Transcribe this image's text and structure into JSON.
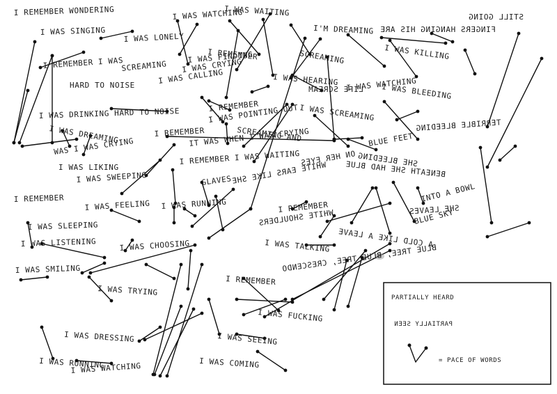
{
  "phrases": [
    {
      "text": "I REMEMBER WONDERING",
      "mirror": false
    },
    {
      "text": "I WAS SINGING",
      "mirror": false
    },
    {
      "text": "I WAS LONELY",
      "mirror": false
    },
    {
      "text": "I WAS WATCHING",
      "mirror": false
    },
    {
      "text": "I WAS WAITING",
      "mirror": false
    },
    {
      "text": "I'M DREAMING",
      "mirror": false
    },
    {
      "text": "STILL GOING",
      "mirror": true
    },
    {
      "text": "FINGERS HANGING HIS ARE",
      "mirror": true
    },
    {
      "text": "I REMEMBER",
      "mirror": false
    },
    {
      "text": "I WAS FINDING",
      "mirror": false
    },
    {
      "text": "I WAS KILLING",
      "mirror": false
    },
    {
      "text": "I REMEMBER I WAS",
      "mirror": false
    },
    {
      "text": "SCREAMING",
      "mirror": false
    },
    {
      "text": "I WAS CRYING",
      "mirror": false
    },
    {
      "text": "SCREAMING",
      "mirror": false
    },
    {
      "text": "I WAS HEARING",
      "mirror": false
    },
    {
      "text": "LIFE SCREAM",
      "mirror": true
    },
    {
      "text": "I WAS BLEEDING",
      "mirror": false
    },
    {
      "text": "HARD TO NOISE",
      "mirror": false
    },
    {
      "text": "I WAS CALLING",
      "mirror": false
    },
    {
      "text": "I WAS WATCHING",
      "mirror": false
    },
    {
      "text": "I WAS DRINKING HARD TO NOISE",
      "mirror": false
    },
    {
      "text": "I REMEMBER",
      "mirror": false
    },
    {
      "text": "I WAS POINTING OUT",
      "mirror": false
    },
    {
      "text": "I WAS SCREAMING",
      "mirror": false
    },
    {
      "text": "I WAS DREAMING",
      "mirror": false
    },
    {
      "text": "I REMEMBER",
      "mirror": false
    },
    {
      "text": "SCREAMING AND",
      "mirror": false
    },
    {
      "text": "BLUE FEET",
      "mirror": false
    },
    {
      "text": "TERRIBLE BLEEDING",
      "mirror": true
    },
    {
      "text": "IT WAS WHEN I WAS CRYING",
      "mirror": false
    },
    {
      "text": "SHE BLEEDING",
      "mirror": true
    },
    {
      "text": "WAS I WAS CRYING",
      "mirror": false
    },
    {
      "text": "I REMEMBER I WAS WAITING",
      "mirror": false
    },
    {
      "text": "I WAS LIKING",
      "mirror": false
    },
    {
      "text": "ON HER EYES",
      "mirror": true
    },
    {
      "text": "WHITE EARS LIKE SHE",
      "mirror": true
    },
    {
      "text": "BENEATH SHE HAD BLUE",
      "mirror": true
    },
    {
      "text": "I WAS SWEEPING",
      "mirror": false
    },
    {
      "text": "GLAVES",
      "mirror": false
    },
    {
      "text": "I REMEMBER",
      "mirror": false
    },
    {
      "text": "I WAS FEELING",
      "mirror": false
    },
    {
      "text": "I WAS RUNNING",
      "mirror": false
    },
    {
      "text": "I REMEMBER",
      "mirror": false
    },
    {
      "text": "WHITE SHOULDERS",
      "mirror": true
    },
    {
      "text": "INTO A BOWL",
      "mirror": false
    },
    {
      "text": "SHE LEAVES",
      "mirror": true
    },
    {
      "text": "BLUE SKY",
      "mirror": false
    },
    {
      "text": "I WAS SLEEPING",
      "mirror": false
    },
    {
      "text": "A COLD LIKE A LEAVE",
      "mirror": true
    },
    {
      "text": "I WAS LISTENING",
      "mirror": false
    },
    {
      "text": "I WAS CHOOSING",
      "mirror": false
    },
    {
      "text": "I WAS TALKING",
      "mirror": false
    },
    {
      "text": "BLUE TREE, BLUE TREE, CRESCENDO",
      "mirror": true
    },
    {
      "text": "I WAS SMILING",
      "mirror": false
    },
    {
      "text": "I WAS TRYING",
      "mirror": false
    },
    {
      "text": "I REMEMBER",
      "mirror": false
    },
    {
      "text": "I WAS FUCKING",
      "mirror": false
    },
    {
      "text": "I WAS DRESSING",
      "mirror": false
    },
    {
      "text": "I WAS SEEING",
      "mirror": false
    },
    {
      "text": "I WAS RUNNING",
      "mirror": false
    },
    {
      "text": "I WAS WATCHING",
      "mirror": false
    },
    {
      "text": "I WAS COMING",
      "mirror": false
    }
  ],
  "legend": {
    "title": "PARTIALLY HEARD",
    "subtitle": "PARTIALLY SEEN",
    "caption": "= PACE OF WORDS"
  }
}
